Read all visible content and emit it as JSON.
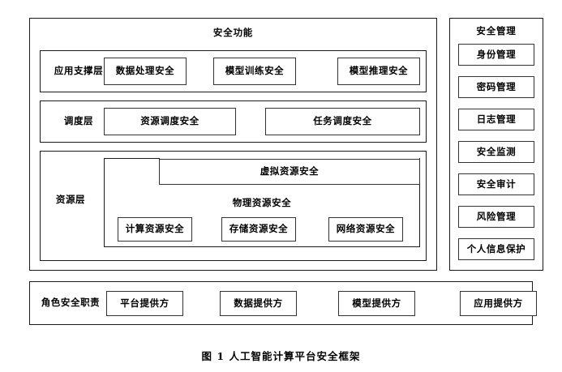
{
  "security_function": {
    "title": "安全功能",
    "layers": [
      {
        "label": "应用支撑层",
        "items": [
          "数据处理安全",
          "模型训练安全",
          "模型推理安全"
        ]
      },
      {
        "label": "调度层",
        "items": [
          "资源调度安全",
          "任务调度安全"
        ]
      },
      {
        "label": "资源层",
        "virtual_resource": "虚拟资源安全",
        "physical_resource": "物理资源安全",
        "physical_items": [
          "计算资源安全",
          "存储资源安全",
          "网络资源安全"
        ]
      }
    ]
  },
  "security_management": {
    "title": "安全管理",
    "items": [
      "身份管理",
      "密码管理",
      "日志管理",
      "安全监测",
      "安全审计",
      "风险管理",
      "个人信息保护"
    ]
  },
  "role_responsibility": {
    "label": "角色安全职责",
    "items": [
      "平台提供方",
      "数据提供方",
      "模型提供方",
      "应用提供方"
    ]
  },
  "caption": "图 1  人工智能计算平台安全框架",
  "colors": {
    "border": "#1a1a1a",
    "box_border": "#333333",
    "background": "#ffffff",
    "text": "#000000"
  }
}
